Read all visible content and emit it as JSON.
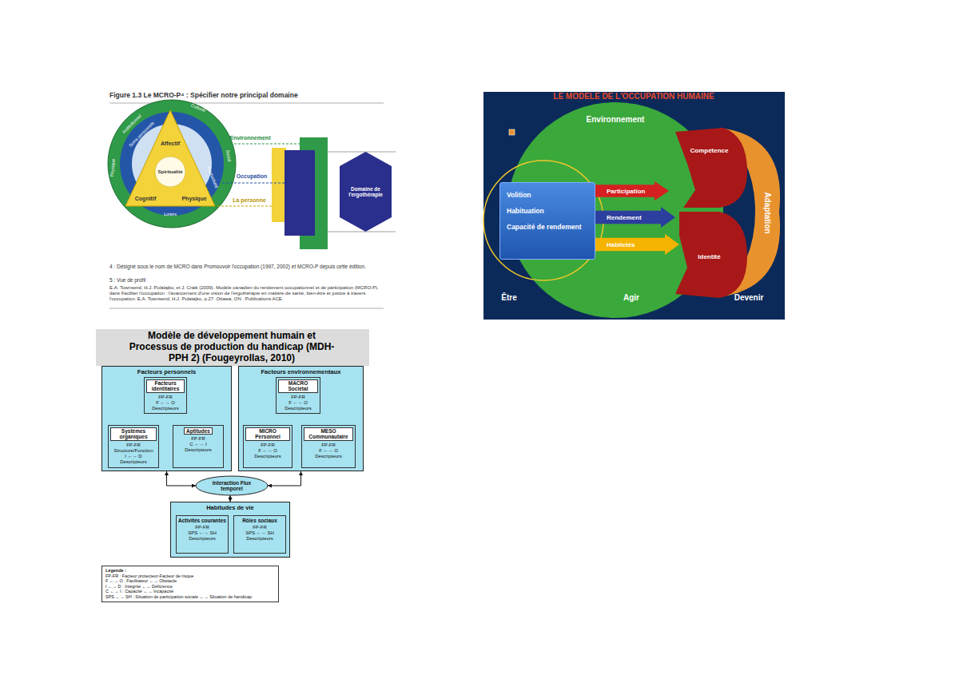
{
  "diagram": {
    "nodes": [
      {
        "text": [
          "Domaine de l'ergothérapie"
        ]
      },
      {
        "text": [
          "Environnement"
        ]
      },
      {
        "text": [
          "Volition",
          "Habituation",
          "Capacité de rendement"
        ]
      },
      {
        "text": [
          "Participation"
        ]
      },
      {
        "text": [
          "Rendement"
        ]
      },
      {
        "text": [
          "Habiletés"
        ]
      },
      {
        "text": [
          "Compétence"
        ]
      },
      {
        "text": [
          "Identité"
        ]
      },
      {
        "text": [
          "Adaptation"
        ]
      },
      {
        "text": [
          "Facteurs personnels"
        ]
      },
      {
        "text": [
          "Facteurs identitaires",
          "FP-FR",
          "F ←→ O",
          "Descripteurs"
        ],
        "in": 9
      },
      {
        "text": [
          "Systèmes organiques",
          "FP-FR",
          "Structure/Fonction",
          "I ←→ D",
          "Descripteurs"
        ],
        "in": 9
      },
      {
        "text": [
          "Aptitudes",
          "FP-FR",
          "C ←→ I",
          "Descripteurs"
        ],
        "in": 9
      },
      {
        "text": [
          "Facteurs environnementaux"
        ]
      },
      {
        "text": [
          "MACRO Sociétal",
          "FP-FR",
          "F ←→ O",
          "Descripteurs"
        ],
        "in": 13
      },
      {
        "text": [
          "MICRO Personnel",
          "FP-FR",
          "F ←→ O",
          "Descripteurs"
        ],
        "in": 13
      },
      {
        "text": [
          "MESO Communautaire",
          "FP-FR",
          "F ←→ O",
          "Descripteurs"
        ],
        "in": 13
      },
      {
        "text": [
          "Interaction Flux temporel"
        ]
      },
      {
        "text": [
          "Habitudes de vie"
        ]
      },
      {
        "text": [
          "Activités courantes",
          "FP-FR",
          "SPS ←→ SH",
          "Descripteurs"
        ],
        "in": 18
      },
      {
        "text": [
          "Rôles sociaux",
          "FP-FR",
          "SPS ←→ SH",
          "Descripteurs"
        ],
        "in": 18
      },
      {
        "text": [
          "Légende :",
          "FP-FR : Facteur protecteur-Facteur de risque",
          "F ←→ O : Facilitateur ←→ Obstacle",
          "I ←→ D : Intégrité ←→ Déficience",
          "C ←→ I : Capacité ←→ Incapacité",
          "SPS ←→ SH : Situation de participation sociale ←→ Situation de handicap"
        ]
      }
    ],
    "edges": [
      {
        "from": 10,
        "to": 11,
        "arrow": "both"
      },
      {
        "from": 10,
        "to": 12,
        "arrow": "both"
      },
      {
        "from": 11,
        "to": 12,
        "arrow": "both"
      },
      {
        "from": 14,
        "to": 15,
        "arrow": "both"
      },
      {
        "from": 14,
        "to": 16,
        "arrow": "both"
      },
      {
        "from": 15,
        "to": 16,
        "arrow": "both"
      },
      {
        "from": 9,
        "to": 17,
        "arrow": "both"
      },
      {
        "from": 13,
        "to": 17,
        "arrow": "both"
      },
      {
        "from": 17,
        "to": 18,
        "arrow": "both"
      }
    ],
    "labels": [
      "Figure 1.3  Le MCRO-P⁴ : Spécifier notre principal domaine",
      "Environnement",
      "Occupation",
      "La personne",
      "Institutionnel",
      "Culturel",
      "Physique",
      "Social",
      "Soins personnels",
      "Productivité",
      "Loisirs",
      "Affectif",
      "Spiritualité",
      "Cognitif",
      "Physique",
      "4 : Désigné sous le nom de MCRO dans Promouvoir l'occupation (1997, 2002) et MCRO-P depuis cette édition.",
      "5 : Vue de profil",
      "E.A. Townsend, H.J. Polatajko, et J. Craik (2009). Modèle canadien du rendement occupationnel et de participation (MCRO-P). dans Faciliter l'occupation : l'avancement d'une vision de l'ergothérapie en matière de santé, bien-être et justice à travers l'occupation. E.A. Townsend, H.J. Polatajko, p.27. Ottawa, ON : Publications ACE.",
      "LE MODELE DE L'OCCUPATION HUMAINE",
      "Être",
      "Agir",
      "Devenir",
      "Modèle de développement humain et Processus de production du handicap (MDH-PPH 2) (Fougeyrollas, 2010)"
    ]
  }
}
